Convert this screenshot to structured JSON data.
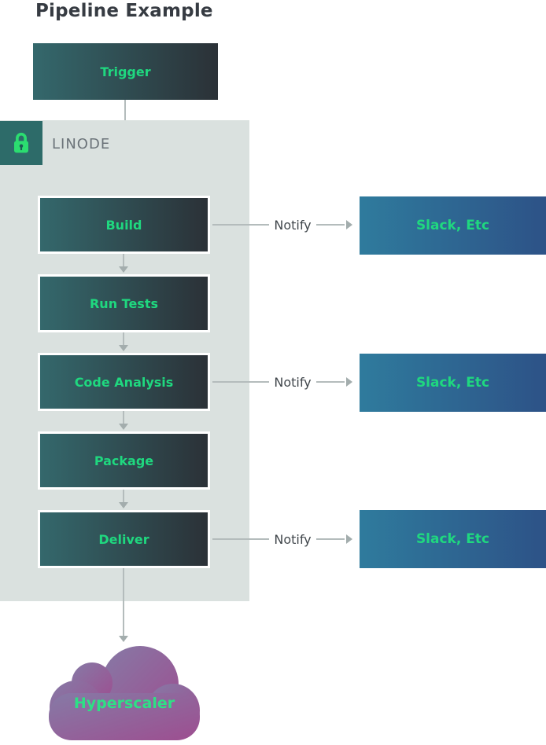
{
  "title": "Pipeline Example",
  "trigger": {
    "label": "Trigger"
  },
  "linode": {
    "label": "LINODE",
    "lock_icon": "lock-icon"
  },
  "pipeline": {
    "steps": [
      {
        "label": "Build",
        "notify": true
      },
      {
        "label": "Run Tests",
        "notify": false
      },
      {
        "label": "Code Analysis",
        "notify": true
      },
      {
        "label": "Package",
        "notify": false
      },
      {
        "label": "Deliver",
        "notify": true
      }
    ]
  },
  "labels": {
    "notify": "Notify",
    "slack_etc": "Slack, Etc"
  },
  "cloud": {
    "label": "Hyperscaler"
  },
  "colors": {
    "accent_green": "#1fd87f",
    "step_gradient_start": "#34686c",
    "step_gradient_end": "#2b3137",
    "slack_gradient_start": "#2f7b9d",
    "slack_gradient_end": "#2d5287",
    "linode_container_bg": "#dae1df",
    "lock_badge_bg": "#2d6b69",
    "lock_green": "#2bdd70",
    "cloud_gradient_start": "#867aa6",
    "cloud_gradient_end": "#9d4e90",
    "arrow_gray": "#b4bcbc",
    "title_text": "#363b42",
    "linode_text": "#6b7379",
    "notify_text": "#41474c"
  }
}
